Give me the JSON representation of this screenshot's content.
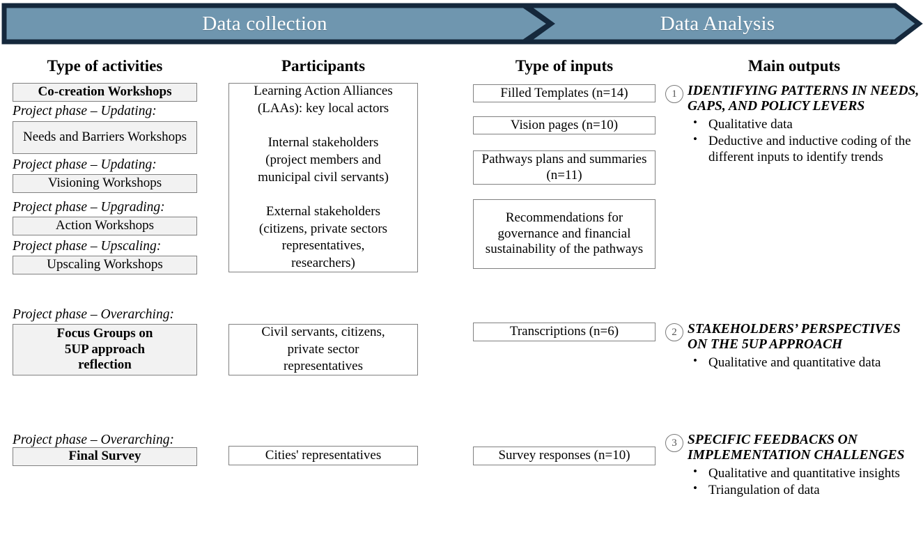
{
  "banner": {
    "left_label": "Data collection",
    "right_label": "Data Analysis",
    "fill_color": "#6f96af",
    "stroke_color": "#15283c",
    "text_color": "#ffffff"
  },
  "columns": [
    {
      "header": "Type of activities"
    },
    {
      "header": "Participants"
    },
    {
      "header": "Type of inputs"
    },
    {
      "header": "Main outputs"
    }
  ],
  "activities": {
    "main_title": "Co-creation Workshops",
    "phases": [
      {
        "label": "Project phase – Updating:",
        "box": "Needs and Barriers Workshops"
      },
      {
        "label": "Project phase – Updating:",
        "box": "Visioning Workshops"
      },
      {
        "label": "Project phase – Upgrading:",
        "box": "Action Workshops"
      },
      {
        "label": "Project phase – Upscaling:",
        "box": "Upscaling Workshops"
      }
    ],
    "focus_group": {
      "label": "Project phase – Overarching:",
      "box": "Focus Groups on\n5UP approach\nreflection"
    },
    "final_survey": {
      "label": "Project phase – Overarching:",
      "box": "Final Survey"
    }
  },
  "participants": {
    "row1": "Learning Action Alliances\n(LAAs): key local actors\n\nInternal stakeholders\n(project members and\nmunicipal civil servants)\n\nExternal stakeholders\n(citizens, private sectors\nrepresentatives,\nresearchers)",
    "row2": "Civil servants, citizens,\nprivate sector\nrepresentatives",
    "row3": "Cities' representatives"
  },
  "inputs": {
    "row1": [
      "Filled Templates (n=14)",
      "Vision pages (n=10)",
      "Pathways plans and summaries (n=11)",
      "Recommendations for governance and financial sustainability of the pathways"
    ],
    "row2": "Transcriptions (n=6)",
    "row3": "Survey responses (n=10)"
  },
  "outputs": [
    {
      "number": "1",
      "title": "IDENTIFYING PATTERNS IN NEEDS, GAPS, AND POLICY LEVERS",
      "bullets": [
        "Qualitative data",
        "Deductive and inductive coding of the different inputs to identify trends"
      ]
    },
    {
      "number": "2",
      "title": "STAKEHOLDERS’ PERSPECTIVES ON THE 5UP APPROACH",
      "bullets": [
        "Qualitative and quantitative data"
      ]
    },
    {
      "number": "3",
      "title": "SPECIFIC FEEDBACKS ON IMPLEMENTATION CHALLENGES",
      "bullets": [
        "Qualitative and quantitative insights",
        "Triangulation of data"
      ]
    }
  ]
}
